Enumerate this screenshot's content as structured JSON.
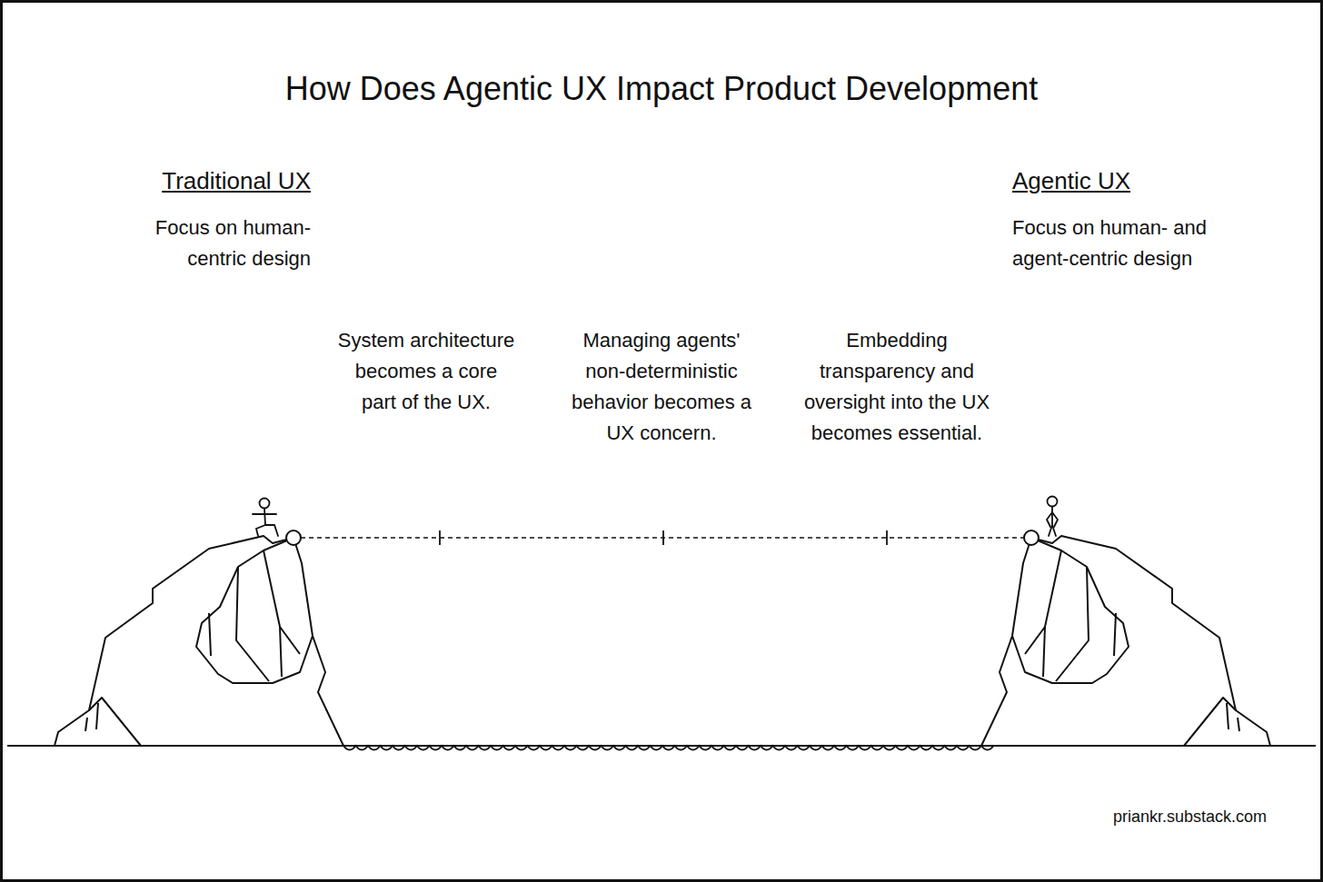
{
  "diagram": {
    "title": "How Does Agentic UX Impact Product Development",
    "labels": [
      "Traditional UX",
      "Focus on human-centric design",
      "Agentic UX",
      "Focus on human- and agent-centric design",
      "System architecture becomes a core part of the UX.",
      "Managing agents' non-deterministic behavior becomes a UX concern.",
      "Embedding transparency and oversight into the UX becomes essential.",
      "priankr.substack.com"
    ]
  }
}
